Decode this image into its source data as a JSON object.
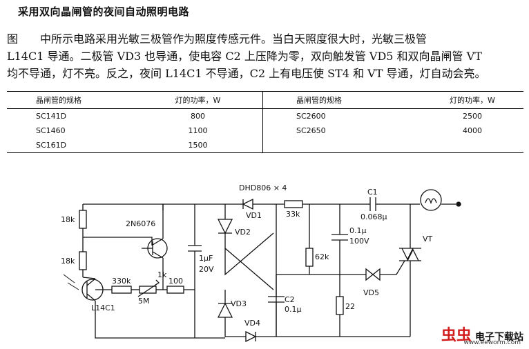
{
  "title": "采用双向晶闸管的夜间自动照明电路",
  "paragraph": {
    "line1": "图　　中所示电路采用光敏三极管作为照度传感元件。当白天照度很大时，光敏三极管",
    "line2": "L14C1 导通。二极管 VD3 也导通，使电容 C2 上压降为零，双向触发管 VD5 和双向晶闸管 VT",
    "line3": "均不导通，灯不亮。反之，夜间 L14C1 不导通，C2 上有电压使 ST4 和 VT 导通，灯自动会亮。"
  },
  "table": {
    "headers": [
      "晶闸管的规格",
      "灯的功率，W",
      "晶闸管的规格",
      "灯的功率，W"
    ],
    "rows": [
      [
        "SC141D",
        "800",
        "SC2600",
        "2500"
      ],
      [
        "SC1460",
        "1100",
        "SC2650",
        "4000"
      ],
      [
        "SC161D",
        "1500",
        "",
        ""
      ]
    ]
  },
  "circuit": {
    "labels": {
      "r18k_top": "18k",
      "r18k_bottom": "18k",
      "q_2n6076": "2N6076",
      "r330k": "330k",
      "pot_1k": "1k",
      "pot_5m": "5M",
      "r100": "100",
      "cap_1uf": "1μF",
      "cap_20v": "20V",
      "phototransistor": "L14C1",
      "bridge": "DHD806 × 4",
      "vd1": "VD1",
      "vd2": "VD2",
      "vd3": "VD3",
      "vd4": "VD4",
      "r33k": "33k",
      "r62k": "62k",
      "r22": "22",
      "c2": "C2",
      "c2_val": "0.1μ",
      "c01": "0.1μ",
      "c01_v": "100V",
      "c1": "C1",
      "c1_val": "0.068μ",
      "vd5": "VD5",
      "vt": "VT"
    }
  },
  "watermark": {
    "logo": "虫虫",
    "site": "电子下载站",
    "url": "www.eeworm.com"
  }
}
